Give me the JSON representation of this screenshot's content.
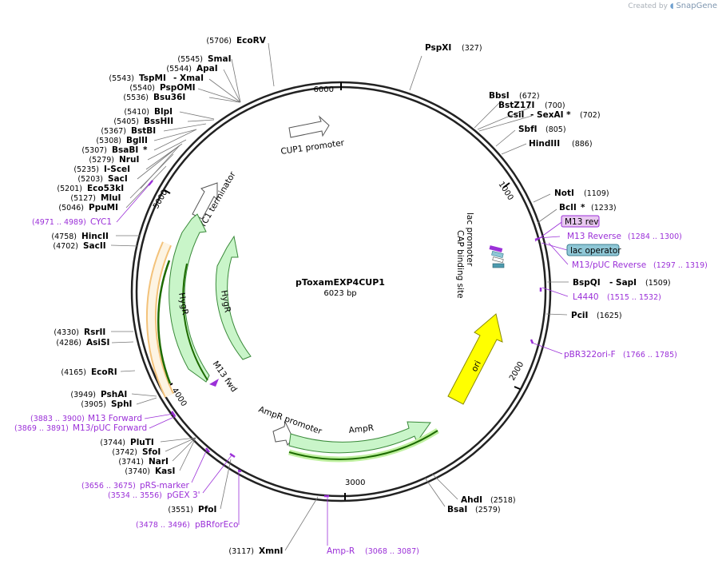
{
  "header": {
    "created_by": "Created by",
    "brand": "SnapGene"
  },
  "plasmid": {
    "name": "pToxamEXP4CUP1",
    "size": "6023 bp",
    "length": 6023
  },
  "ticks": [
    {
      "label": "1000",
      "pos": 1000
    },
    {
      "label": "2000",
      "pos": 2000
    },
    {
      "label": "3000",
      "pos": 3000
    },
    {
      "label": "4000",
      "pos": 4000
    },
    {
      "label": "5000",
      "pos": 5000
    },
    {
      "label": "6000",
      "pos": 6000
    }
  ],
  "enzymes": [
    {
      "name": "EcoRV",
      "pos": "(5706)",
      "site": 5706
    },
    {
      "name": "SmaI",
      "pos": "(5545)",
      "site": 5545
    },
    {
      "name": "ApaI",
      "pos": "(5544)",
      "site": 5544
    },
    {
      "name": "TspMI",
      "pos": "(5543)",
      "site": 5543,
      "extra": "- XmaI"
    },
    {
      "name": "PspOMI",
      "pos": "(5540)",
      "site": 5540
    },
    {
      "name": "Bsu36I",
      "pos": "(5536)",
      "site": 5536
    },
    {
      "name": "BlpI",
      "pos": "(5410)",
      "site": 5410
    },
    {
      "name": "BssHII",
      "pos": "(5405)",
      "site": 5405
    },
    {
      "name": "BstBI",
      "pos": "(5367)",
      "site": 5367
    },
    {
      "name": "BglII",
      "pos": "(5308)",
      "site": 5308
    },
    {
      "name": "BsaBI",
      "pos": "(5307)",
      "site": 5307,
      "extra": "*"
    },
    {
      "name": "NruI",
      "pos": "(5279)",
      "site": 5279
    },
    {
      "name": "I-SceI",
      "pos": "(5235)",
      "site": 5235
    },
    {
      "name": "SacI",
      "pos": "(5203)",
      "site": 5203
    },
    {
      "name": "Eco53kI",
      "pos": "(5201)",
      "site": 5201
    },
    {
      "name": "MluI",
      "pos": "(5127)",
      "site": 5127
    },
    {
      "name": "PpuMI",
      "pos": "(5046)",
      "site": 5046
    },
    {
      "name": "HincII",
      "pos": "(4758)",
      "site": 4758
    },
    {
      "name": "SacII",
      "pos": "(4702)",
      "site": 4702
    },
    {
      "name": "RsrII",
      "pos": "(4330)",
      "site": 4330
    },
    {
      "name": "AsiSI",
      "pos": "(4286)",
      "site": 4286
    },
    {
      "name": "EcoRI",
      "pos": "(4165)",
      "site": 4165
    },
    {
      "name": "PshAI",
      "pos": "(3949)",
      "site": 3949
    },
    {
      "name": "SphI",
      "pos": "(3905)",
      "site": 3905
    },
    {
      "name": "PluTI",
      "pos": "(3744)",
      "site": 3744
    },
    {
      "name": "SfoI",
      "pos": "(3742)",
      "site": 3742
    },
    {
      "name": "NarI",
      "pos": "(3741)",
      "site": 3741
    },
    {
      "name": "KasI",
      "pos": "(3740)",
      "site": 3740
    },
    {
      "name": "PfoI",
      "pos": "(3551)",
      "site": 3551
    },
    {
      "name": "XmnI",
      "pos": "(3117)",
      "site": 3117
    },
    {
      "name": "PspXI",
      "pos": "(327)",
      "site": 327
    },
    {
      "name": "BbsI",
      "pos": "(672)",
      "site": 672
    },
    {
      "name": "BstZ17I",
      "pos": "(700)",
      "site": 700
    },
    {
      "name": "CsiI",
      "pos": "(702)",
      "site": 702,
      "extra": "- SexAI *"
    },
    {
      "name": "SbfI",
      "pos": "(805)",
      "site": 805
    },
    {
      "name": "HindIII",
      "pos": "(886)",
      "site": 886
    },
    {
      "name": "NotI",
      "pos": "(1109)",
      "site": 1109
    },
    {
      "name": "BclI",
      "pos": "(1233)",
      "site": 1233,
      "extra": "*"
    },
    {
      "name": "BspQI",
      "pos": "(1509)",
      "site": 1509,
      "extra": "- SapI"
    },
    {
      "name": "PciI",
      "pos": "(1625)",
      "site": 1625
    },
    {
      "name": "AhdI",
      "pos": "(2518)",
      "site": 2518
    },
    {
      "name": "BsaI",
      "pos": "(2579)",
      "site": 2579
    }
  ],
  "primers": [
    {
      "name": "CYC1",
      "pos": "(4971 .. 4989)"
    },
    {
      "name": "M13 Forward",
      "pos": "(3883 .. 3900)"
    },
    {
      "name": "M13/pUC Forward",
      "pos": "(3869 .. 3891)"
    },
    {
      "name": "pRS-marker",
      "pos": "(3656 .. 3675)"
    },
    {
      "name": "pGEX 3'",
      "pos": "(3534 .. 3556)"
    },
    {
      "name": "pBRforEco",
      "pos": "(3478 .. 3496)"
    },
    {
      "name": "Amp-R",
      "pos": "(3068 .. 3087)"
    },
    {
      "name": "M13 Reverse",
      "pos": "(1284 .. 1300)"
    },
    {
      "name": "M13/pUC Reverse",
      "pos": "(1297 .. 1319)"
    },
    {
      "name": "L4440",
      "pos": "(1515 .. 1532)"
    },
    {
      "name": "pBR322ori-F",
      "pos": "(1766 .. 1785)"
    }
  ],
  "boxed_labels": [
    {
      "name": "M13 rev",
      "color": "#e8c8f0",
      "border": "#9b30d8"
    },
    {
      "name": "lac operator",
      "color": "#8fc7d6",
      "border": "#3c7f90"
    }
  ],
  "features": [
    {
      "name": "CUP1 promoter",
      "color": "#ffffff"
    },
    {
      "name": "CYC1 terminator",
      "color": "#ffffff"
    },
    {
      "name": "HygR",
      "color": "#c9f5c9"
    },
    {
      "name": "HygR",
      "color": "#c9f5c9"
    },
    {
      "name": "M13 fwd",
      "color": "#9b30d8"
    },
    {
      "name": "lac promoter",
      "color": "#ffffff"
    },
    {
      "name": "CAP binding site",
      "color": "#ffffff"
    },
    {
      "name": "ori",
      "color": "#ffff00"
    },
    {
      "name": "AmpR promoter",
      "color": "#ffffff"
    },
    {
      "name": "AmpR",
      "color": "#c9f5c9"
    }
  ]
}
